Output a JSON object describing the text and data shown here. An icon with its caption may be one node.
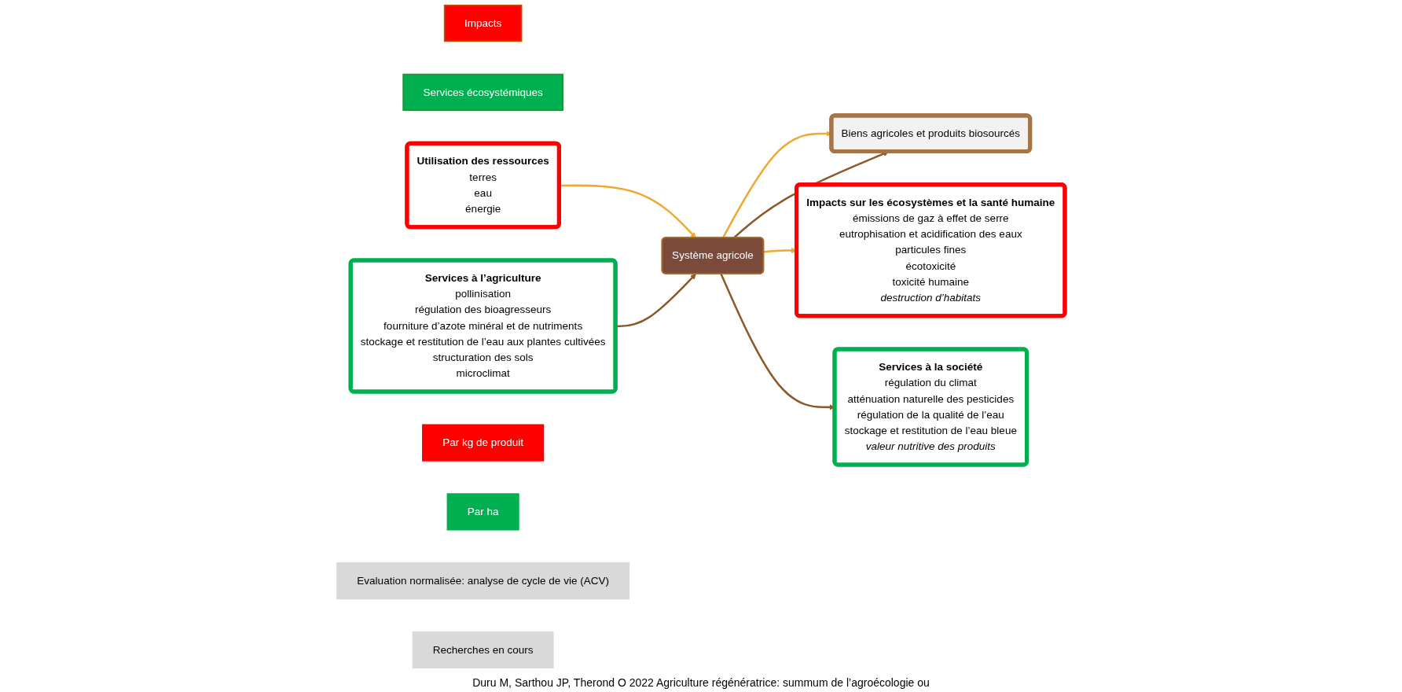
{
  "diagram": {
    "caption": "Duru M, Sarthou JP, Therond O 2022 Agriculture régénératrice: summum de l’agroécologie ou",
    "nodes": [
      {
        "text": [
          "Impacts"
        ]
      },
      {
        "text": [
          "Biens agricoles et produits biosourcés"
        ]
      },
      {
        "text": [
          "Services écosystémiques"
        ]
      },
      {
        "text": [
          "Utilisation des ressources",
          "terres",
          "eau",
          "énergie"
        ]
      },
      {
        "text": [
          "Services à l’agriculture",
          "pollinisation",
          "régulation des bioagresseurs",
          "fourniture d’azote minéral et de nutriments",
          "stockage et restitution de l’eau aux plantes cultivées",
          "structuration des sols",
          "microclimat"
        ]
      },
      {
        "text": [
          "Par kg de produit"
        ]
      },
      {
        "text": [
          "Par ha"
        ]
      },
      {
        "text": [
          "Impacts sur les écosystèmes et la santé humaine",
          "émissions de gaz à effet de serre",
          "eutrophisation et acidification des eaux",
          "particules fines",
          "écotoxicité",
          "toxicité humaine",
          "*destruction d’habitats*"
        ]
      },
      {
        "text": [
          "Système agricole"
        ]
      },
      {
        "text": [
          "Services à la société",
          "régulation du climat",
          "atténuation naturelle des pesticides",
          "régulation de la qualité de l’eau",
          "stockage et restitution de l’eau bleue",
          "*valeur nutritive des produits*"
        ]
      },
      {
        "text": [
          "Evaluation normalisée: analyse de cycle de vie (ACV)"
        ]
      },
      {
        "text": [
          "Recherches en cours"
        ]
      }
    ],
    "edges": [
      {
        "from": 3,
        "to": 8,
        "arrow": "to",
        "color": "#f0a830"
      },
      {
        "from": 8,
        "to": 1,
        "arrow": "to",
        "color": "#f0a830"
      },
      {
        "from": 8,
        "to": 1,
        "arrow": "to",
        "color": "#8b5a2b"
      },
      {
        "from": 4,
        "to": 8,
        "arrow": "to",
        "color": "#8b5a2b"
      },
      {
        "from": 8,
        "to": 7,
        "arrow": "to",
        "color": "#f0a830"
      },
      {
        "from": 8,
        "to": 9,
        "arrow": "to",
        "color": "#8b5a2b"
      }
    ]
  }
}
